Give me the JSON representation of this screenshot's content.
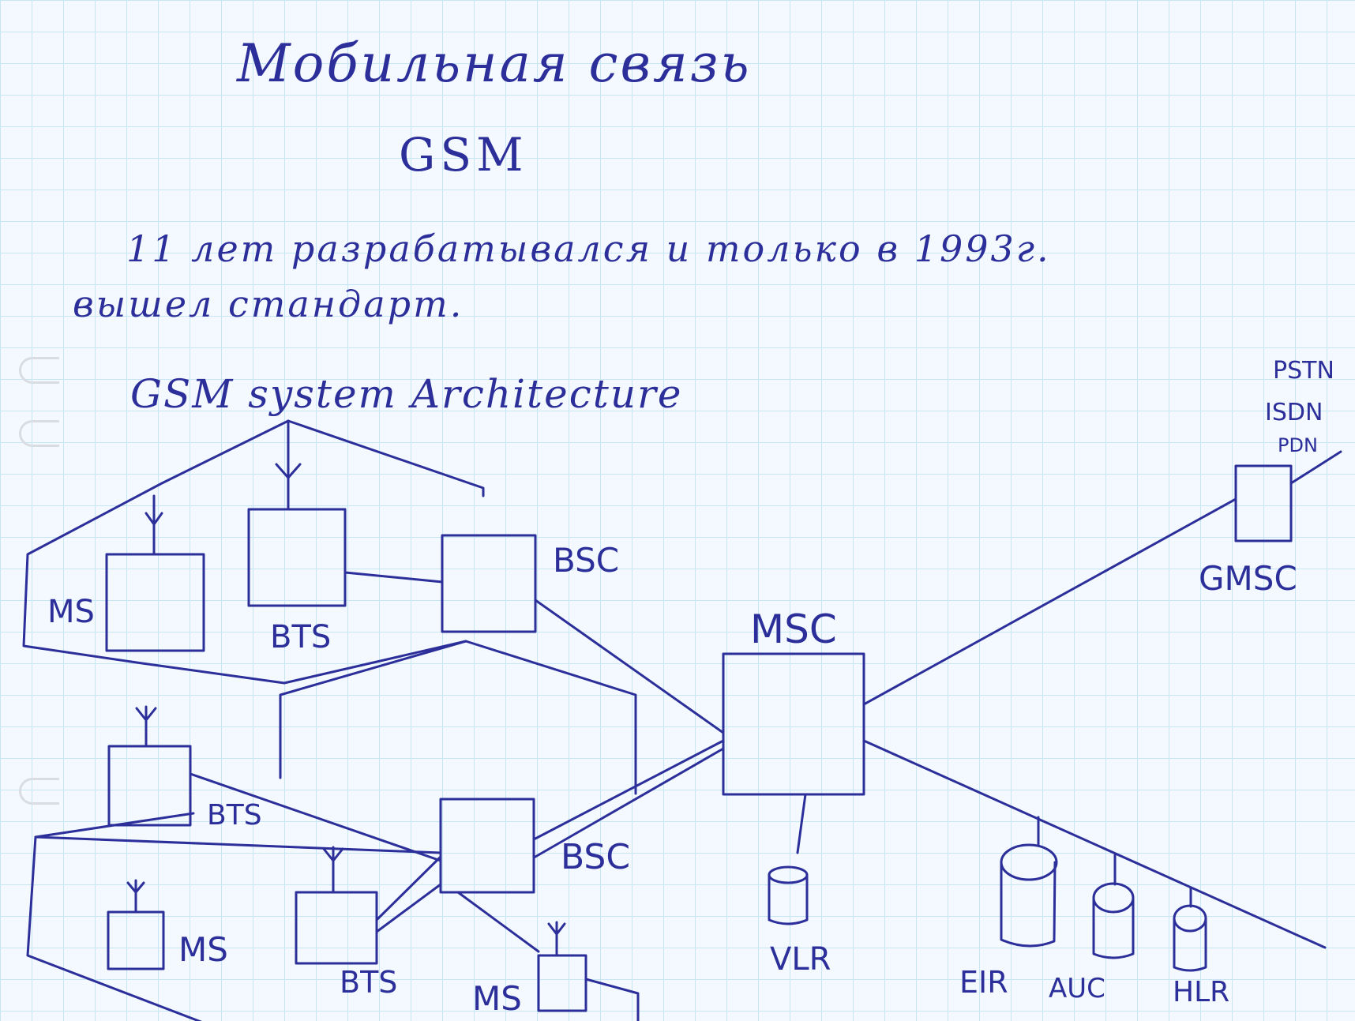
{
  "page": {
    "title": "Мобильная связь",
    "subtitle": "GSM",
    "note_line1": "11 лет разрабатывался и только в 1993г.",
    "note_line2": "вышел стандарт.",
    "diagram_title": "GSM system Architecture"
  },
  "labels": {
    "ms_1": "MS",
    "bts_1": "BTS",
    "bsc_1": "BSC",
    "msc": "MSC",
    "gmsc": "GMSC",
    "pstn": "PSTN",
    "isdn": "ISDN",
    "pdn": "PDN",
    "bts_2": "BTS",
    "bsc_2": "BSC",
    "ms_2": "MS",
    "bts_3": "BTS",
    "ms_3": "MS",
    "vlr": "VLR",
    "eir": "EIR",
    "auc": "AUC",
    "hlr": "HLR"
  },
  "colors": {
    "ink": "#2c2e9a",
    "grid": "#c6e6f3",
    "paper": "#f3f9fe"
  }
}
